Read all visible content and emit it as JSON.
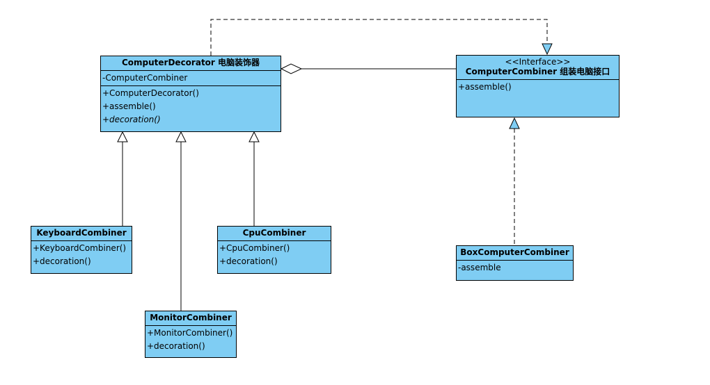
{
  "classes": {
    "decorator": {
      "name": "ComputerDecorator 电脑装饰器",
      "attributes": [
        "-ComputerCombiner"
      ],
      "operations": [
        "+ComputerDecorator()",
        "+assemble()",
        "+decoration()"
      ]
    },
    "combiner": {
      "stereotype": "<<Interface>>",
      "name": "ComputerCombiner 组装电脑接口",
      "operations": [
        "+assemble()"
      ]
    },
    "keyboard": {
      "name": "KeyboardCombiner",
      "operations": [
        "+KeyboardCombiner()",
        "+decoration()"
      ]
    },
    "cpu": {
      "name": "CpuCombiner",
      "operations": [
        "+CpuCombiner()",
        "+decoration()"
      ]
    },
    "monitor": {
      "name": "MonitorCombiner",
      "operations": [
        "+MonitorCombiner()",
        "+decoration()"
      ]
    },
    "box": {
      "name": "BoxComputerCombiner",
      "attributes": [
        "-assemble"
      ]
    }
  },
  "colors": {
    "class_fill": "#7fcdf3",
    "line": "#000000",
    "background": "#ffffff"
  }
}
